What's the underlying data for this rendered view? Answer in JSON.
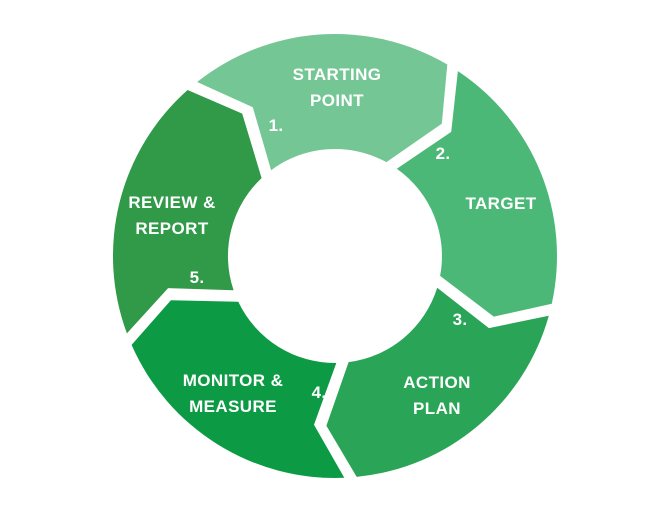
{
  "diagram": {
    "type": "cycle-process",
    "background_color": "#ffffff",
    "text_color": "#ffffff",
    "segments": [
      {
        "number": "1.",
        "label_line1": "STARTING",
        "label_line2": "POINT",
        "color": "#74c795"
      },
      {
        "number": "2.",
        "label_line1": "TARGET",
        "label_line2": "",
        "color": "#4cb878"
      },
      {
        "number": "3.",
        "label_line1": "ACTION",
        "label_line2": "PLAN",
        "color": "#2aa457"
      },
      {
        "number": "4.",
        "label_line1": "MONITOR &",
        "label_line2": "MEASURE",
        "color": "#0c9b44"
      },
      {
        "number": "5.",
        "label_line1": "REVIEW &",
        "label_line2": "REPORT",
        "color": "#309a48"
      }
    ]
  }
}
